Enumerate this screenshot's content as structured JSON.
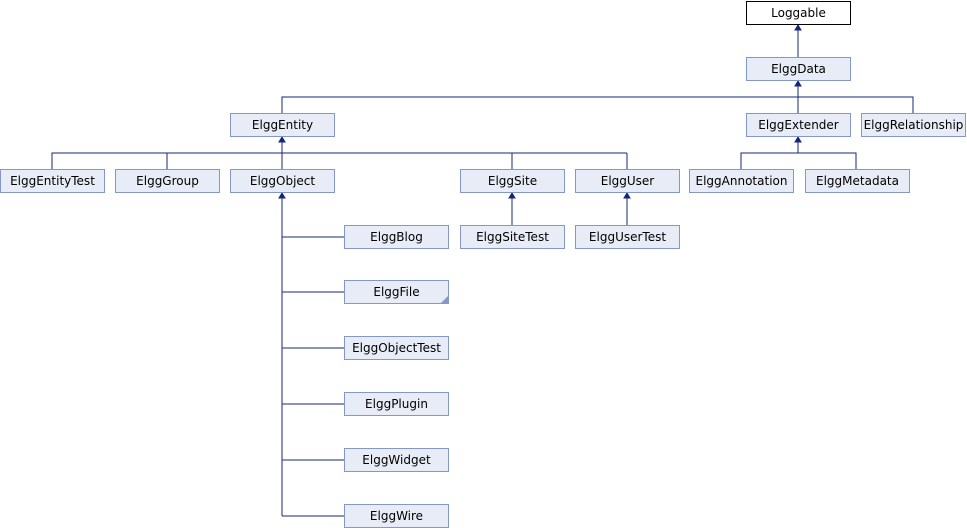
{
  "diagram": {
    "nodes": {
      "loggable": "Loggable",
      "elggdata": "ElggData",
      "elggentity": "ElggEntity",
      "elggextender": "ElggExtender",
      "elggrelationship": "ElggRelationship",
      "elggentitytest": "ElggEntityTest",
      "elgggroup": "ElggGroup",
      "elggobject": "ElggObject",
      "elggsite": "ElggSite",
      "elgguser": "ElggUser",
      "elggannotation": "ElggAnnotation",
      "elggmetadata": "ElggMetadata",
      "elggblog": "ElggBlog",
      "elggsitetest": "ElggSiteTest",
      "elggusertest": "ElggUserTest",
      "elggfile": "ElggFile",
      "elggobjecttest": "ElggObjectTest",
      "elggplugin": "ElggPlugin",
      "elggwidget": "ElggWidget",
      "elggwire": "ElggWire"
    },
    "colors": {
      "node_fill": "#e8ecf7",
      "node_border": "#8596c8",
      "edge": "#162774",
      "root_border": "#000000"
    }
  }
}
